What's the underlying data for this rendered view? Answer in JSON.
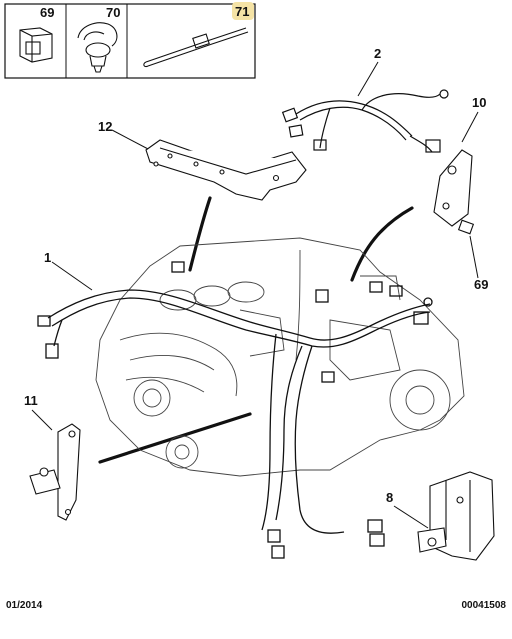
{
  "top_panel": {
    "cells": [
      {
        "number": "69",
        "highlighted": false
      },
      {
        "number": "70",
        "highlighted": false
      },
      {
        "number": "71",
        "highlighted": true
      }
    ],
    "highlight_color": "#f5e3a5"
  },
  "callouts": {
    "c1": "1",
    "c2": "2",
    "c8": "8",
    "c10": "10",
    "c11": "11",
    "c12": "12",
    "c69": "69"
  },
  "footer": {
    "date": "01/2014",
    "reference": "00041508"
  }
}
